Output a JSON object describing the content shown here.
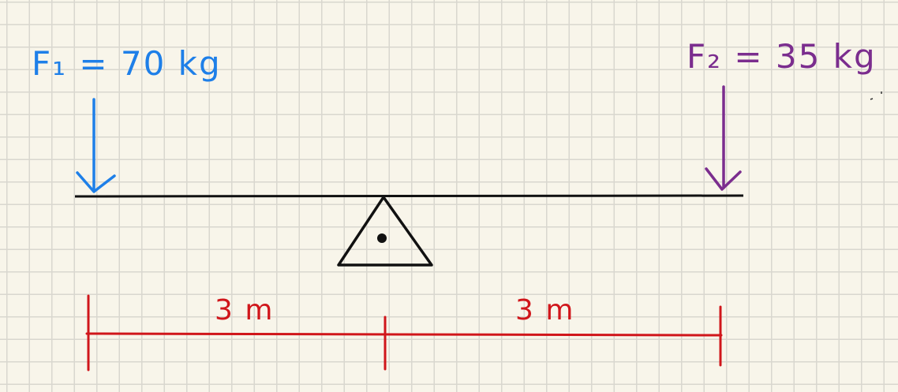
{
  "diagram": {
    "forces": [
      {
        "label": "F₁ = 70 kg",
        "color": "#1e7fe8"
      },
      {
        "label": "F₂ = 35 kg",
        "color": "#7b2d8e"
      }
    ],
    "distances": [
      {
        "label": "3 m",
        "color": "#d0161b"
      },
      {
        "label": "3 m",
        "color": "#d0161b"
      }
    ],
    "beam_color": "#111111",
    "fulcrum_color": "#111111"
  }
}
